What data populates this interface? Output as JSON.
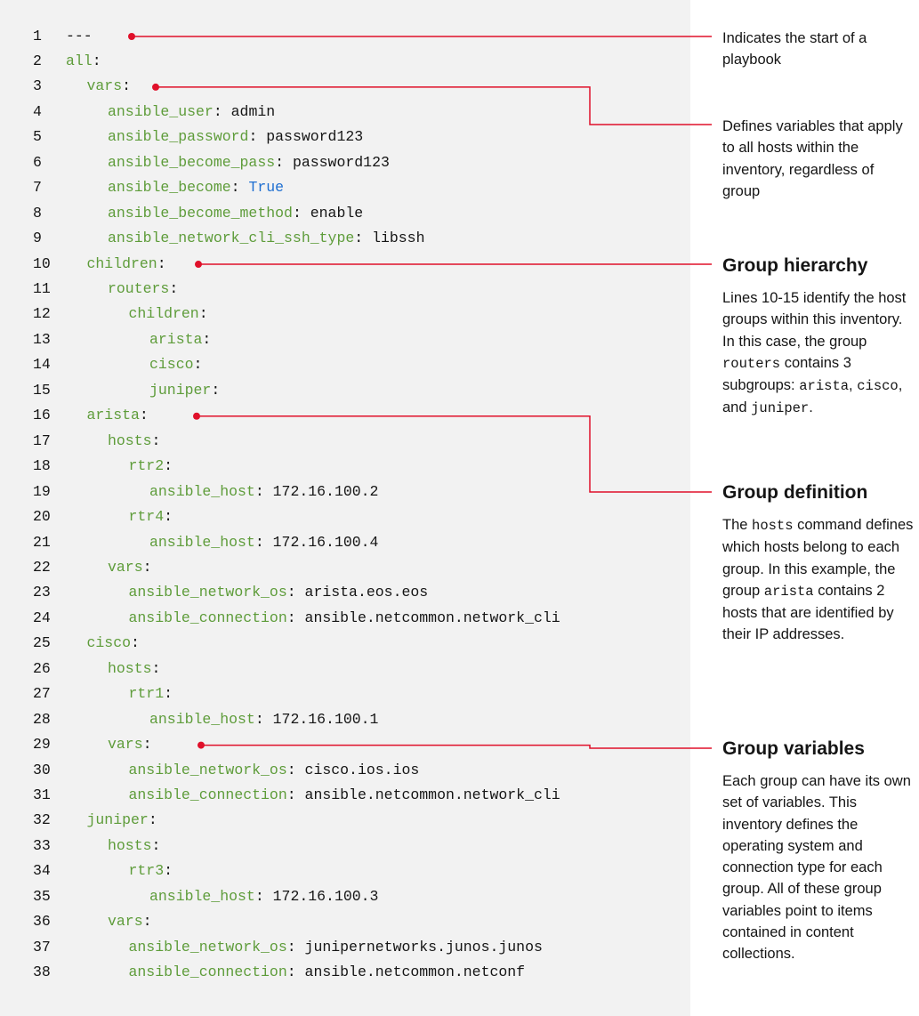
{
  "code_lines": [
    {
      "n": "1",
      "indent": 0,
      "text": "---"
    },
    {
      "n": "2",
      "indent": 0,
      "key": "all"
    },
    {
      "n": "3",
      "indent": 1,
      "key": "vars"
    },
    {
      "n": "4",
      "indent": 2,
      "key": "ansible_user",
      "value": "admin"
    },
    {
      "n": "5",
      "indent": 2,
      "key": "ansible_password",
      "value": "password123"
    },
    {
      "n": "6",
      "indent": 2,
      "key": "ansible_become_pass",
      "value": "password123"
    },
    {
      "n": "7",
      "indent": 2,
      "key": "ansible_become",
      "value": "True",
      "value_type": "bool"
    },
    {
      "n": "8",
      "indent": 2,
      "key": "ansible_become_method",
      "value": "enable"
    },
    {
      "n": "9",
      "indent": 2,
      "key": "ansible_network_cli_ssh_type",
      "value": "libssh"
    },
    {
      "n": "10",
      "indent": 1,
      "key": "children"
    },
    {
      "n": "11",
      "indent": 2,
      "key": "routers"
    },
    {
      "n": "12",
      "indent": 3,
      "key": "children"
    },
    {
      "n": "13",
      "indent": 4,
      "key": "arista"
    },
    {
      "n": "14",
      "indent": 4,
      "key": "cisco"
    },
    {
      "n": "15",
      "indent": 4,
      "key": "juniper"
    },
    {
      "n": "16",
      "indent": 1,
      "key": "arista"
    },
    {
      "n": "17",
      "indent": 2,
      "key": "hosts"
    },
    {
      "n": "18",
      "indent": 3,
      "key": "rtr2"
    },
    {
      "n": "19",
      "indent": 4,
      "key": "ansible_host",
      "value": "172.16.100.2"
    },
    {
      "n": "20",
      "indent": 3,
      "key": "rtr4"
    },
    {
      "n": "21",
      "indent": 4,
      "key": "ansible_host",
      "value": "172.16.100.4"
    },
    {
      "n": "22",
      "indent": 2,
      "key": "vars"
    },
    {
      "n": "23",
      "indent": 3,
      "key": "ansible_network_os",
      "value": "arista.eos.eos"
    },
    {
      "n": "24",
      "indent": 3,
      "key": "ansible_connection",
      "value": "ansible.netcommon.network_cli"
    },
    {
      "n": "25",
      "indent": 1,
      "key": "cisco"
    },
    {
      "n": "26",
      "indent": 2,
      "key": "hosts"
    },
    {
      "n": "27",
      "indent": 3,
      "key": "rtr1"
    },
    {
      "n": "28",
      "indent": 4,
      "key": "ansible_host",
      "value": "172.16.100.1"
    },
    {
      "n": "29",
      "indent": 2,
      "key": "vars"
    },
    {
      "n": "30",
      "indent": 3,
      "key": "ansible_network_os",
      "value": "cisco.ios.ios"
    },
    {
      "n": "31",
      "indent": 3,
      "key": "ansible_connection",
      "value": "ansible.netcommon.network_cli"
    },
    {
      "n": "32",
      "indent": 1,
      "key": "juniper"
    },
    {
      "n": "33",
      "indent": 2,
      "key": "hosts"
    },
    {
      "n": "34",
      "indent": 3,
      "key": "rtr3"
    },
    {
      "n": "35",
      "indent": 4,
      "key": "ansible_host",
      "value": "172.16.100.3"
    },
    {
      "n": "36",
      "indent": 2,
      "key": "vars"
    },
    {
      "n": "37",
      "indent": 3,
      "key": "ansible_network_os",
      "value": "junipernetworks.junos.junos"
    },
    {
      "n": "38",
      "indent": 3,
      "key": "ansible_connection",
      "value": "ansible.netcommon.netconf"
    }
  ],
  "annotations": [
    {
      "id": "playbook-start",
      "line": 1,
      "title": "",
      "body": [
        {
          "t": "Indicates the start of a playbook"
        }
      ]
    },
    {
      "id": "vars",
      "line": 3,
      "title": "",
      "body": [
        {
          "t": "Defines variables that apply to all hosts within the inventory, regardless of group"
        }
      ]
    },
    {
      "id": "group-hierarchy",
      "line": 10,
      "title": "Group hierarchy",
      "body": [
        {
          "t": "Lines 10-15 identify the host groups within this inventory. In this case, the group "
        },
        {
          "t": "routers",
          "mono": true
        },
        {
          "t": " contains 3 subgroups: "
        },
        {
          "t": "arista",
          "mono": true
        },
        {
          "t": ", "
        },
        {
          "t": "cisco",
          "mono": true
        },
        {
          "t": ", and "
        },
        {
          "t": "juniper",
          "mono": true
        },
        {
          "t": "."
        }
      ]
    },
    {
      "id": "group-definition",
      "line": 16,
      "title": "Group definition",
      "body": [
        {
          "t": "The "
        },
        {
          "t": "hosts",
          "mono": true
        },
        {
          "t": " command defines which hosts belong to each group. In this example, the group "
        },
        {
          "t": "arista",
          "mono": true
        },
        {
          "t": " contains 2 hosts that are identified by their IP addresses."
        }
      ]
    },
    {
      "id": "group-variables",
      "line": 29,
      "title": "Group variables",
      "body": [
        {
          "t": "Each group can have its own set of variables. This inventory defines the operating system and connection type for each group. All of these group variables point to items contained in content collections."
        }
      ]
    }
  ],
  "colors": {
    "key": "#5e9c3a",
    "text": "#151515",
    "bool": "#1f6fd1",
    "connector": "#e0102a",
    "code_background": "#f2f2f2"
  }
}
